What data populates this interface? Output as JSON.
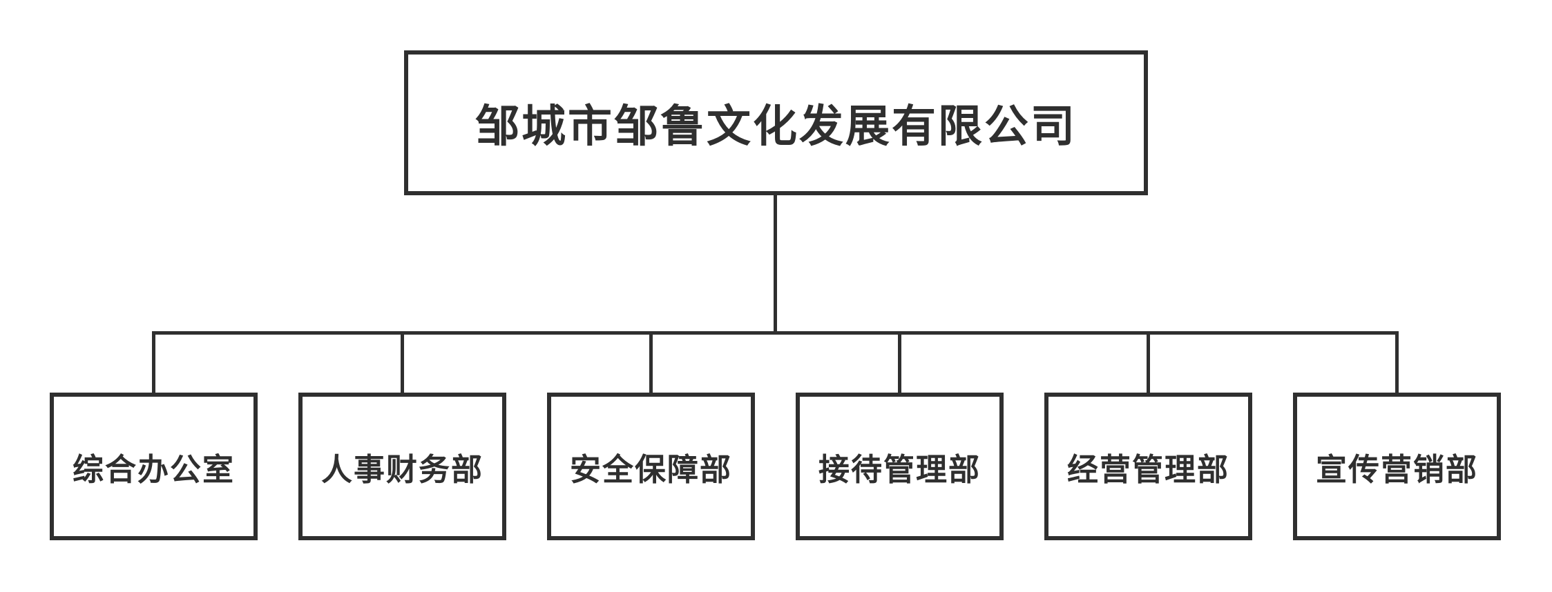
{
  "org_chart": {
    "root": {
      "label": "邹城市邹鲁文化发展有限公司"
    },
    "departments": [
      {
        "label": "综合办公室"
      },
      {
        "label": "人事财务部"
      },
      {
        "label": "安全保障部"
      },
      {
        "label": "接待管理部"
      },
      {
        "label": "经营管理部"
      },
      {
        "label": "宣传营销部"
      }
    ],
    "colors": {
      "line": "#2f2f2f",
      "text": "#2f2f2f",
      "background": "#ffffff",
      "box_fill": "#ffffff"
    }
  }
}
